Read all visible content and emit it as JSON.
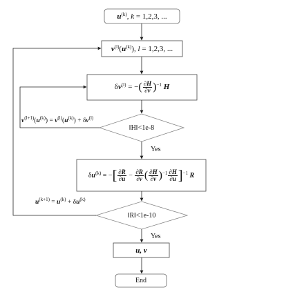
{
  "nodes": {
    "start": {
      "text": "u(k), k = 1,2,3, ..."
    },
    "outer_loop": {
      "text": "v(l)(u(k)), l = 1,2,3, ..."
    },
    "h_update": {
      "text": "δv(l) = −(∂H/∂v)⁻¹ H"
    },
    "h_check": {
      "text": "‖H‖<1e-8"
    },
    "r_update": {
      "text": "δu(k) = −[∂R/∂u − ∂R/∂v (∂H/∂v)⁻¹ ∂H/∂u]⁻¹ R"
    },
    "r_check": {
      "text": "‖R‖<1e-10"
    },
    "result": {
      "text": "u, v"
    },
    "end": {
      "text": "End"
    }
  },
  "edges": {
    "h_yes": "Yes",
    "r_yes": "Yes",
    "v_feedback": "v(l+1)(u(k)) = v(l)(u(k)) + δv(l)",
    "u_feedback": "u(k+1) = u(k) + δu(k)"
  },
  "colors": {
    "stroke": "#555555",
    "arrow": "#222222"
  }
}
